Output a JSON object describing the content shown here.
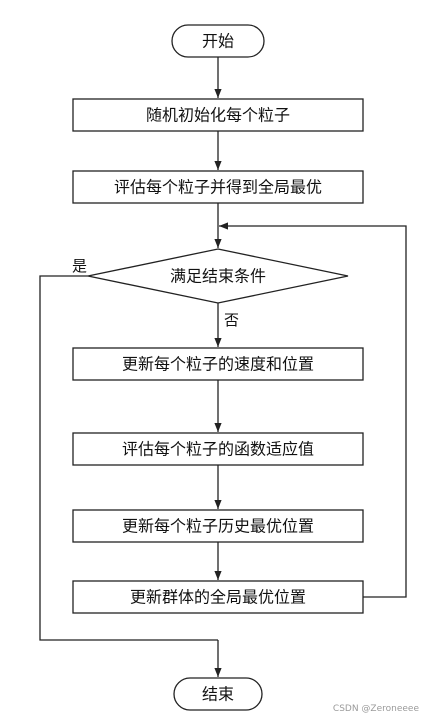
{
  "nodes": {
    "start": "开始",
    "init": "随机初始化每个粒子",
    "evaluate_global": "评估每个粒子并得到全局最优",
    "condition": "满足结束条件",
    "update_velocity": "更新每个粒子的速度和位置",
    "evaluate_fitness": "评估每个粒子的函数适应值",
    "update_personal_best": "更新每个粒子历史最优位置",
    "update_global_best": "更新群体的全局最优位置",
    "end": "结束"
  },
  "edges": {
    "yes_label": "是",
    "no_label": "否"
  },
  "watermark": "CSDN @Zeroneeee"
}
